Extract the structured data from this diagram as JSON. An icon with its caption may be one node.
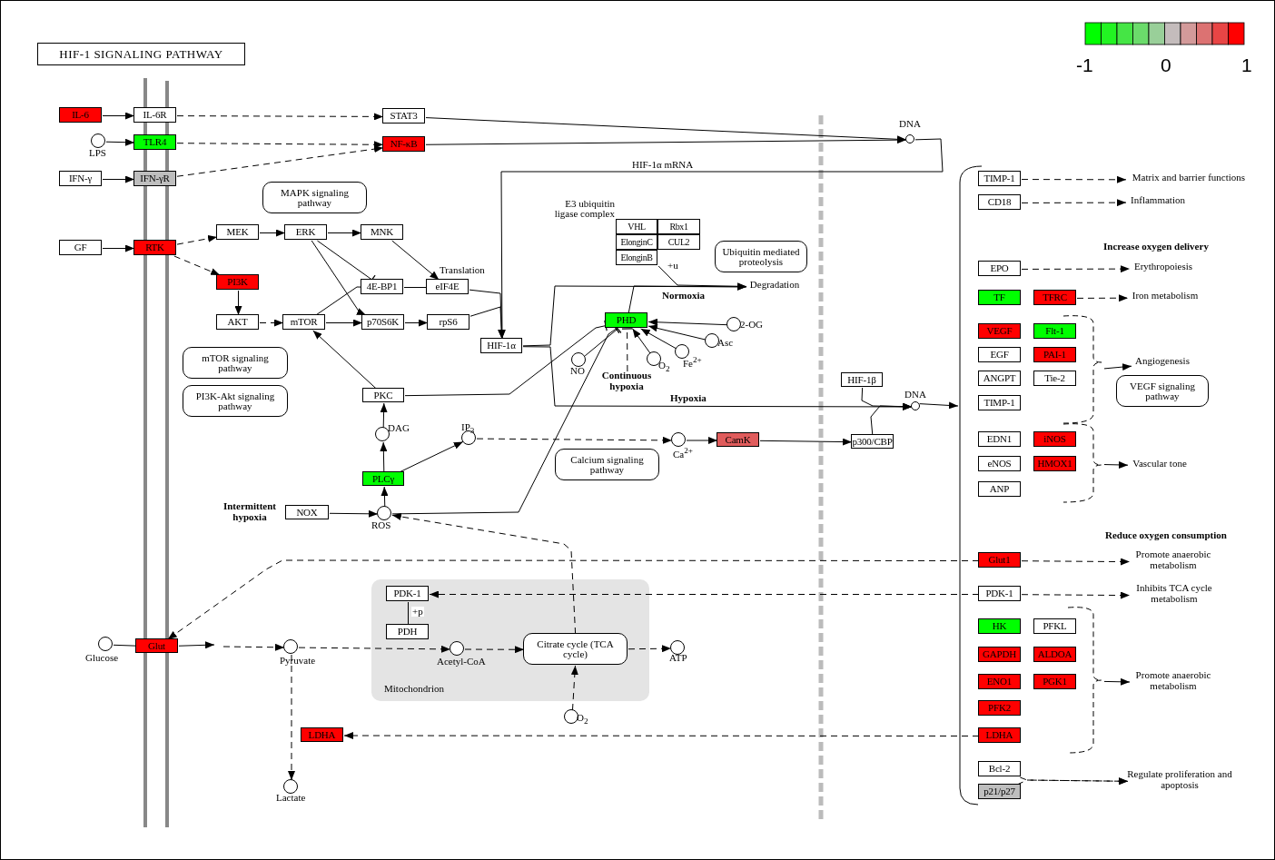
{
  "diagram": {
    "title": "HIF-1 SIGNALING PATHWAY",
    "nodes": [
      {
        "text": [
          "IL-6"
        ]
      },
      {
        "text": [
          "IL-6R"
        ]
      },
      {
        "text": [
          "STAT3"
        ]
      },
      {
        "text": [],
        "shape": "circle",
        "beside": [
          "LPS"
        ]
      },
      {
        "text": [
          "TLR4"
        ]
      },
      {
        "text": [
          "NF-κB"
        ]
      },
      {
        "text": [
          "IFN-γ"
        ]
      },
      {
        "text": [
          "IFN-γR"
        ]
      },
      {
        "text": [],
        "shape": "circle",
        "beside": [
          "DNA"
        ]
      },
      {
        "text": [
          "MAPK signaling pathway"
        ]
      },
      {
        "text": [
          "GF"
        ]
      },
      {
        "text": [
          "RTK"
        ]
      },
      {
        "text": [
          "MEK"
        ]
      },
      {
        "text": [
          "ERK"
        ]
      },
      {
        "text": [
          "MNK"
        ]
      },
      {
        "text": [
          "PI3K"
        ]
      },
      {
        "text": [
          "4E-BP1"
        ]
      },
      {
        "text": [
          "eIF4E"
        ]
      },
      {
        "text": [
          "AKT"
        ]
      },
      {
        "text": [
          "mTOR"
        ]
      },
      {
        "text": [
          "p70S6K"
        ]
      },
      {
        "text": [
          "rpS6"
        ]
      },
      {
        "text": [
          "HIF-1α"
        ]
      },
      {
        "text": [
          "mTOR signaling pathway"
        ]
      },
      {
        "text": [
          "PI3K-Akt signaling pathway"
        ]
      },
      {
        "text": [
          "PKC"
        ]
      },
      {
        "text": [],
        "shape": "circle",
        "beside": [
          "DAG"
        ]
      },
      {
        "text": [],
        "shape": "circle",
        "beside": [
          "IP$_{3}$"
        ]
      },
      {
        "text": [
          "PLCγ"
        ]
      },
      {
        "text": [
          "NOX"
        ]
      },
      {
        "text": [],
        "shape": "circle",
        "beside": [
          "ROS"
        ]
      },
      {
        "text": [
          "E3 ubiquitin ligase complex"
        ]
      },
      {
        "text": [
          "VHL"
        ],
        "in": 31
      },
      {
        "text": [
          "Rbx1"
        ],
        "in": 31
      },
      {
        "text": [
          "ElonginC"
        ],
        "in": 31
      },
      {
        "text": [
          "CUL2"
        ],
        "in": 31
      },
      {
        "text": [
          "ElonginB"
        ],
        "in": 31
      },
      {
        "text": [
          "Ubiquitin mediated proteolysis"
        ]
      },
      {
        "text": [
          "Degradation"
        ]
      },
      {
        "text": [
          "PHD"
        ]
      },
      {
        "text": [],
        "shape": "circle",
        "beside": [
          "2-OG"
        ]
      },
      {
        "text": [],
        "shape": "circle",
        "beside": [
          "Asc"
        ]
      },
      {
        "text": [],
        "shape": "circle",
        "beside": [
          "Fe$^{2+}$"
        ]
      },
      {
        "text": [],
        "shape": "circle",
        "beside": [
          "O$_{2}$"
        ]
      },
      {
        "text": [],
        "shape": "circle",
        "beside": [
          "NO"
        ]
      },
      {
        "text": [
          "HIF-1β"
        ]
      },
      {
        "text": [],
        "shape": "circle",
        "beside": [
          "DNA"
        ]
      },
      {
        "text": [],
        "shape": "circle",
        "beside": [
          "Ca$^{2+}$"
        ]
      },
      {
        "text": [
          "CamK"
        ]
      },
      {
        "text": [
          "p300/CBP"
        ]
      },
      {
        "text": [
          "Calcium signaling pathway"
        ]
      },
      {
        "text": [],
        "shape": "circle",
        "beside": [
          "Glucose"
        ]
      },
      {
        "text": [
          "Glut"
        ]
      },
      {
        "text": [],
        "shape": "circle",
        "beside": [
          "Pyruvate"
        ]
      },
      {
        "text": [],
        "shape": "circle",
        "beside": [
          "Lactate"
        ]
      },
      {
        "text": [
          "LDHA"
        ]
      },
      {
        "text": [
          "Mitochondrion"
        ]
      },
      {
        "text": [
          "PDK-1"
        ],
        "in": 56
      },
      {
        "text": [
          "PDH"
        ],
        "in": 56
      },
      {
        "text": [],
        "shape": "circle",
        "beside": [
          "Acetyl-CoA"
        ],
        "in": 56
      },
      {
        "text": [
          "Citrate cycle (TCA cycle)"
        ],
        "in": 56
      },
      {
        "text": [],
        "shape": "circle",
        "beside": [
          "ATP"
        ]
      },
      {
        "text": [],
        "shape": "circle",
        "beside": [
          "O$_{2}$"
        ]
      },
      {
        "text": [
          "TIMP-1"
        ]
      },
      {
        "text": [
          "CD18"
        ]
      },
      {
        "text": [
          "Matrix and barrier functions"
        ]
      },
      {
        "text": [
          "Inflammation"
        ]
      },
      {
        "text": [
          "EPO"
        ]
      },
      {
        "text": [
          "Erythropoiesis"
        ]
      },
      {
        "text": [
          "TF"
        ]
      },
      {
        "text": [
          "TFRC"
        ]
      },
      {
        "text": [
          "Iron metabolism"
        ]
      },
      {
        "text": [
          "VEGF"
        ]
      },
      {
        "text": [
          "Flt-1"
        ]
      },
      {
        "text": [
          "EGF"
        ]
      },
      {
        "text": [
          "PAI-1"
        ]
      },
      {
        "text": [
          "ANGPT"
        ]
      },
      {
        "text": [
          "Tie-2"
        ]
      },
      {
        "text": [
          "TIMP-1"
        ]
      },
      {
        "text": [
          "Angiogenesis"
        ]
      },
      {
        "text": [
          "VEGF signaling pathway"
        ]
      },
      {
        "text": [
          "EDN1"
        ]
      },
      {
        "text": [
          "iNOS"
        ]
      },
      {
        "text": [
          "eNOS"
        ]
      },
      {
        "text": [
          "HMOX1"
        ]
      },
      {
        "text": [
          "ANP"
        ]
      },
      {
        "text": [
          "Vascular tone"
        ]
      },
      {
        "text": [
          "Glut1"
        ]
      },
      {
        "text": [
          "Promote anaerobic metabolism"
        ]
      },
      {
        "text": [
          "PDK-1"
        ]
      },
      {
        "text": [
          "Inhibits TCA cycle metabolism"
        ]
      },
      {
        "text": [
          "HK"
        ]
      },
      {
        "text": [
          "PFKL"
        ]
      },
      {
        "text": [
          "GAPDH"
        ]
      },
      {
        "text": [
          "ALDOA"
        ]
      },
      {
        "text": [
          "ENO1"
        ]
      },
      {
        "text": [
          "PGK1"
        ]
      },
      {
        "text": [
          "PFK2"
        ]
      },
      {
        "text": [
          "LDHA"
        ]
      },
      {
        "text": [
          "Promote anaerobic metabolism"
        ]
      },
      {
        "text": [
          "Bcl-2"
        ]
      },
      {
        "text": [
          "p21/p27"
        ]
      },
      {
        "text": [
          "Regulate proliferation and apoptosis"
        ]
      },
      {
        "text": [
          "Continuous hypoxia"
        ]
      },
      {
        "text": [],
        "shape": "bracket"
      },
      {
        "text": [],
        "shape": "bracket"
      },
      {
        "text": [],
        "shape": "bracket"
      },
      {
        "text": [],
        "shape": "bracket"
      }
    ],
    "edges": [
      {
        "from": 0,
        "to": 1,
        "arrow": "to"
      },
      {
        "from": 1,
        "to": 2,
        "arrow": "to",
        "style": "dashed"
      },
      {
        "from": 2,
        "to": 8,
        "arrow": "to"
      },
      {
        "from": 3,
        "to": 4,
        "arrow": "to"
      },
      {
        "from": 4,
        "to": 5,
        "arrow": "to",
        "style": "dashed"
      },
      {
        "from": 5,
        "to": 8,
        "arrow": "to"
      },
      {
        "from": 6,
        "to": 7,
        "arrow": "to"
      },
      {
        "from": 7,
        "to": 5,
        "arrow": "to",
        "style": "dashed"
      },
      {
        "from": 8,
        "to": 22,
        "arrow": "to",
        "label": "HIF-1α mRNA"
      },
      {
        "from": 10,
        "to": 11,
        "arrow": "to"
      },
      {
        "from": 11,
        "to": 12,
        "arrow": "to",
        "style": "dashed"
      },
      {
        "from": 11,
        "to": 15,
        "arrow": "to",
        "style": "dashed"
      },
      {
        "from": 12,
        "to": 13,
        "arrow": "to"
      },
      {
        "from": 13,
        "to": 14,
        "arrow": "to"
      },
      {
        "from": 13,
        "to": 16,
        "arrow": "other"
      },
      {
        "from": 13,
        "to": 20,
        "arrow": "to"
      },
      {
        "from": 14,
        "to": 17,
        "arrow": "to"
      },
      {
        "from": 16,
        "to": 17,
        "arrow": "other"
      },
      {
        "from": 19,
        "to": 16,
        "arrow": "other"
      },
      {
        "from": 19,
        "to": 20,
        "arrow": "to"
      },
      {
        "from": 15,
        "to": 18,
        "arrow": "to"
      },
      {
        "from": 18,
        "to": 19,
        "arrow": "to",
        "style": "dashed"
      },
      {
        "from": 20,
        "to": 21,
        "arrow": "to"
      },
      {
        "from": 17,
        "to": 22,
        "arrow": "to"
      },
      {
        "from": 21,
        "to": 22,
        "arrow": "to"
      },
      {
        "from": 25,
        "to": 19,
        "arrow": "to"
      },
      {
        "from": 25,
        "to": 39,
        "arrow": "other"
      },
      {
        "from": 26,
        "to": 25,
        "arrow": "to"
      },
      {
        "from": 28,
        "to": 26,
        "arrow": "to"
      },
      {
        "from": 28,
        "to": 27,
        "arrow": "to"
      },
      {
        "from": 27,
        "to": 47,
        "arrow": "to",
        "style": "dashed"
      },
      {
        "from": 47,
        "to": 48,
        "arrow": "to"
      },
      {
        "from": 48,
        "to": 49,
        "arrow": "to"
      },
      {
        "from": 49,
        "to": 46,
        "arrow": "to"
      },
      {
        "from": 45,
        "to": 46,
        "arrow": "to"
      },
      {
        "from": 22,
        "to": 38,
        "arrow": "to",
        "label": "Normoxia"
      },
      {
        "from": 22,
        "to": 46,
        "arrow": "to",
        "label": "Hypoxia"
      },
      {
        "from": 46,
        "to": 104,
        "arrow": "to"
      },
      {
        "from": 39,
        "to": 38,
        "arrow": "to"
      },
      {
        "from": 31,
        "to": 38,
        "arrow": "to",
        "label": "+u"
      },
      {
        "from": 40,
        "to": 39,
        "arrow": "to"
      },
      {
        "from": 41,
        "to": 39,
        "arrow": "to"
      },
      {
        "from": 42,
        "to": 39,
        "arrow": "to"
      },
      {
        "from": 43,
        "to": 39,
        "arrow": "to"
      },
      {
        "from": 44,
        "to": 39,
        "arrow": "other"
      },
      {
        "from": 30,
        "to": 39,
        "arrow": "other"
      },
      {
        "from": 103,
        "to": 39,
        "arrow": "other",
        "style": "dashed"
      },
      {
        "from": 30,
        "to": 28,
        "arrow": "to"
      },
      {
        "from": 29,
        "to": 30,
        "arrow": "to"
      },
      {
        "from": 60,
        "to": 30,
        "arrow": "to",
        "style": "dashed"
      },
      {
        "from": 51,
        "to": 52,
        "arrow": "none"
      },
      {
        "from": 52,
        "to": null,
        "arrow": "to"
      },
      {
        "from": null,
        "to": 53,
        "arrow": "to",
        "style": "dashed"
      },
      {
        "from": 53,
        "to": 59,
        "arrow": "to",
        "style": "dashed"
      },
      {
        "from": 53,
        "to": 54,
        "arrow": "to",
        "style": "dashed"
      },
      {
        "from": 59,
        "to": 60,
        "arrow": "to",
        "style": "dashed"
      },
      {
        "from": 60,
        "to": 61,
        "arrow": "to",
        "style": "dashed"
      },
      {
        "from": 62,
        "to": 60,
        "arrow": "to",
        "style": "dashed"
      },
      {
        "from": 57,
        "to": 58,
        "arrow": "other",
        "label": "+p"
      },
      {
        "from": 87,
        "to": 52,
        "arrow": "to",
        "style": "dashed"
      },
      {
        "from": 87,
        "to": 88,
        "arrow": "to",
        "style": "dashed"
      },
      {
        "from": 89,
        "to": 57,
        "arrow": "to",
        "style": "dashed"
      },
      {
        "from": 89,
        "to": 90,
        "arrow": "to",
        "style": "dashed"
      },
      {
        "from": 98,
        "to": 55,
        "arrow": "to",
        "style": "dashed"
      },
      {
        "from": 63,
        "to": 65,
        "arrow": "to",
        "style": "dashed"
      },
      {
        "from": 64,
        "to": 66,
        "arrow": "to",
        "style": "dashed"
      },
      {
        "from": 67,
        "to": 68,
        "arrow": "to",
        "style": "dashed"
      },
      {
        "from": 70,
        "to": 71,
        "arrow": "to",
        "style": "dashed"
      },
      {
        "from": 105,
        "to": 79,
        "arrow": "to"
      },
      {
        "from": 106,
        "to": 86,
        "arrow": "to"
      },
      {
        "from": 107,
        "to": 99,
        "arrow": "to"
      },
      {
        "from": 100,
        "to": 102,
        "arrow": "to",
        "style": "dashed"
      },
      {
        "from": 101,
        "to": 102,
        "arrow": "to",
        "style": "dashed"
      }
    ],
    "labels": [
      "Translation",
      "Intermittent hypoxia",
      "Increase oxygen delivery",
      "Reduce oxygen consumption",
      "-1",
      "0",
      "1"
    ]
  }
}
